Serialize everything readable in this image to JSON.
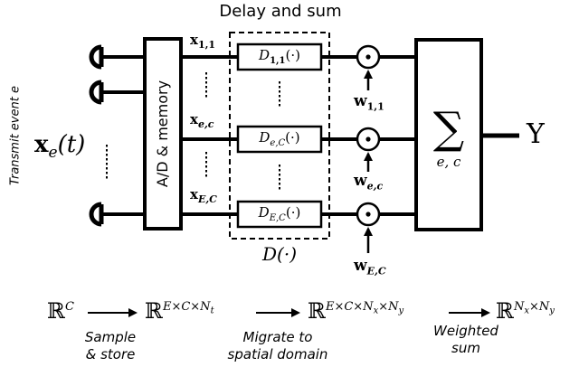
{
  "title": "Delay and sum",
  "side_label": "Transmit event e",
  "input_signal": {
    "base": "x",
    "sub": "e",
    "arg": "(t)"
  },
  "adc_label": "A/D & memory",
  "input_labels": [
    {
      "base": "x",
      "sub": "1,1"
    },
    {
      "base": "x",
      "sub": "e,c"
    },
    {
      "base": "x",
      "sub": "E,C"
    }
  ],
  "delay_boxes": [
    {
      "base": "D",
      "sub": "1,1",
      "arg": "(·)"
    },
    {
      "base": "D",
      "sub": "e,C",
      "arg": "(·)"
    },
    {
      "base": "D",
      "sub": "E,C",
      "arg": "(·)"
    }
  ],
  "delay_group_label": "D(·)",
  "weights": [
    {
      "base": "w",
      "sub": "1,1"
    },
    {
      "base": "w",
      "sub": "e,c"
    },
    {
      "base": "w",
      "sub": "E,C"
    }
  ],
  "sum_symbol": "∑",
  "sum_subscript": "e, c",
  "output_label": "Y",
  "multiply_symbol": "⊙",
  "pipeline": {
    "spaces": [
      {
        "base": "ℝ",
        "sup": "C"
      },
      {
        "base": "ℝ",
        "sup": "E×C×N",
        "sup_sub": "t"
      },
      {
        "base": "ℝ",
        "sup": "E×C×N",
        "sup_sub": "x",
        "sup2": "×N",
        "sup2_sub": "y"
      },
      {
        "base": "ℝ",
        "sup": "N",
        "sup_sub": "x",
        "sup2": "×N",
        "sup2_sub": "y"
      }
    ],
    "steps": [
      {
        "line1": "Sample",
        "line2": "& store"
      },
      {
        "line1": "Migrate to",
        "line2": "spatial domain"
      },
      {
        "line1": "Weighted",
        "line2": "sum"
      }
    ]
  }
}
